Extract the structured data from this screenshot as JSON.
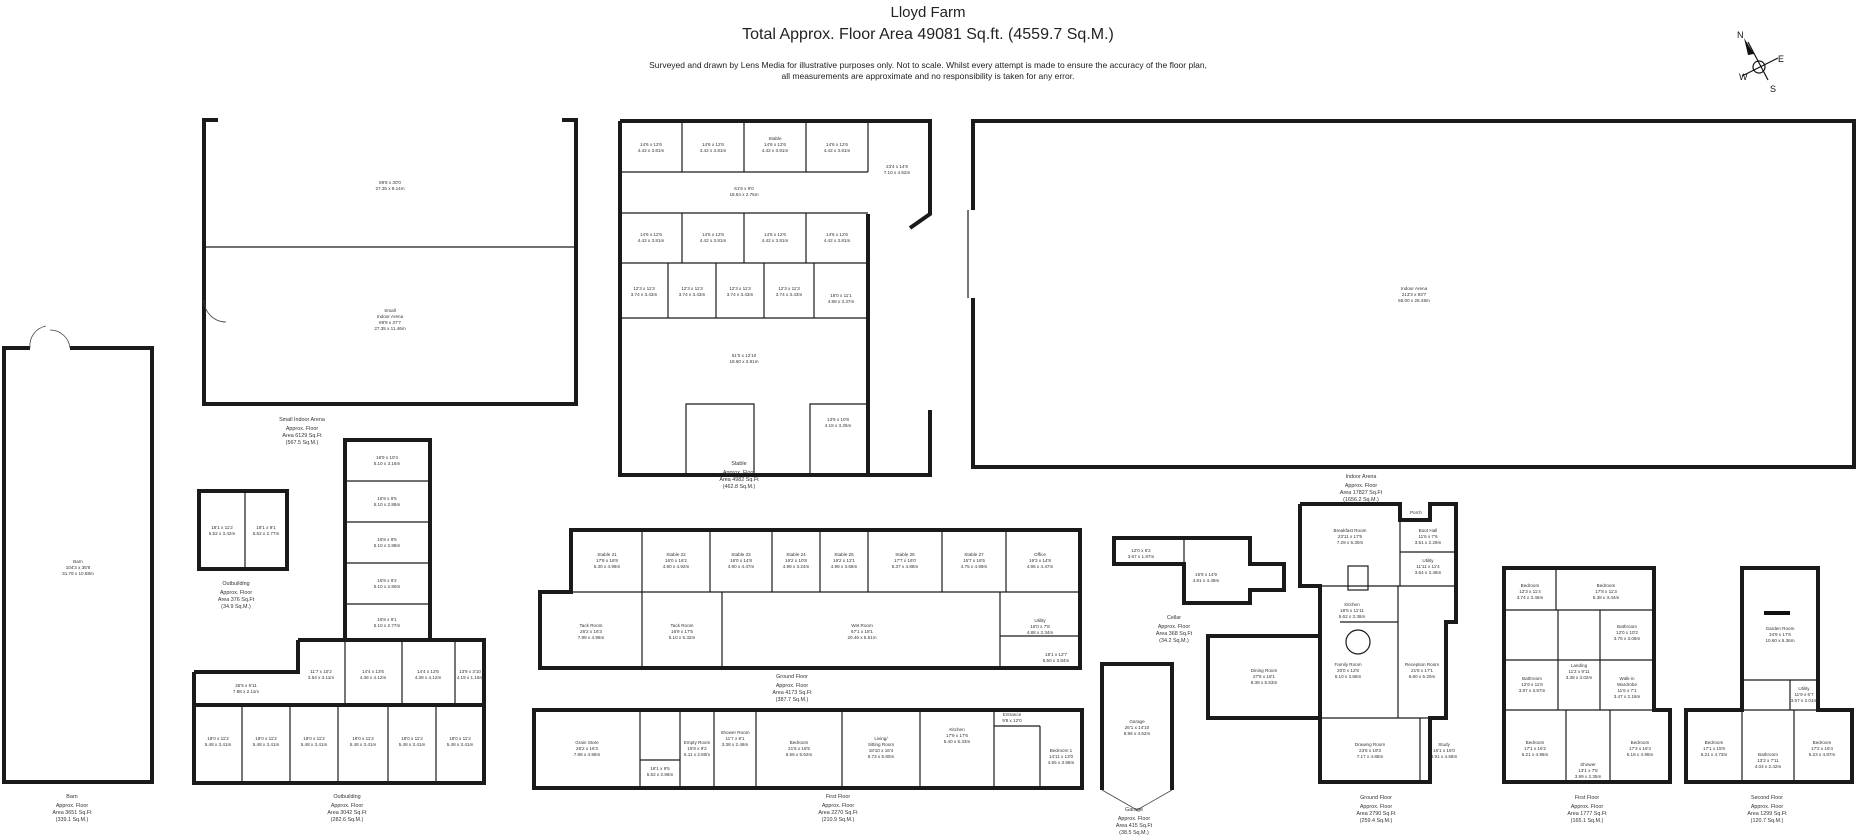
{
  "header": {
    "title": "Lloyd Farm",
    "total_area": "Total Approx. Floor Area 49081 Sq.ft. (4559.7 Sq.M.)",
    "disclaimer_line1": "Surveyed and drawn by Lens Media for illustrative purposes only. Not to scale. Whilst every attempt is made to ensure the accuracy of the floor plan,",
    "disclaimer_line2": "all measurements are approximate and no responsibility is taken for any error."
  },
  "compass": {
    "icon": "compass-icon",
    "n": "N",
    "e": "E",
    "s": "S",
    "w": "W"
  },
  "rooms": {
    "small_arena_top": "89'8 x 30'0",
    "small_arena_top_m": "27.35 x 9.14m",
    "small_arena_name": "Small",
    "small_arena_name2": "Indoor Arena",
    "small_arena_dims": "89'9 x 37'7",
    "small_arena_dims_m": "27.35 x 11.46m",
    "stable_box": "14'6 x 12'6",
    "stable_box_m": "4.42 x 3.81m",
    "stable_label": "Stable",
    "stable_corridor": "61'9 x 9'0",
    "stable_corridor_m": "18.84 x 2.75m",
    "stable_corner": "23'4 x 14'9",
    "stable_corner_m": "7.10 x 4.52m",
    "stable_small": "12'3 x 11'3",
    "stable_small_m": "3.74 x 3.43m",
    "stable_side": "16'0 x 11'1",
    "stable_side_m": "4.88 x 3.37m",
    "stable_big": "61'0 x 12'10",
    "stable_big_m": "18.60 x 3.91m",
    "stable_store": "13'9 x 10'8",
    "stable_store_m": "4.18 x 3.25m",
    "indoor_arena_name": "Indoor Arena",
    "indoor_arena_dims": "213'3 x 93'7",
    "indoor_arena_dims_m": "65.00 x 28.48m",
    "barn_name": "Barn",
    "barn_dims": "104'3 x 35'8",
    "barn_dims_m": "31.78 x 10.88m",
    "outbuild_a": "18'1 x 11'2",
    "outbuild_a_m": "5.52 x 3.42m",
    "outbuild_b": "18'1 x 9'1",
    "outbuild_b_m": "5.52 x 2.77m",
    "lbox_1": "16'9 x 10'4",
    "lbox_1_m": "5.10 x 3.16m",
    "lbox_2": "16'9 x 9'5",
    "lbox_2_m": "5.10 x 2.88m",
    "lbox_3": "16'9 x 9'2",
    "lbox_3_m": "5.10 x 2.80m",
    "lbox_4": "16'9 x 9'1",
    "lbox_4_m": "5.10 x 2.77m",
    "mid_1": "11'7 x 10'2",
    "mid_1_m": "3.54 x 3.11m",
    "mid_2": "14'4 x 13'6",
    "mid_2_m": "4.38 x 4.12m",
    "mid_3": "14'4 x 13'6",
    "mid_3_m": "4.38 x 4.12m",
    "mid_4": "13'9 x 3'10",
    "mid_4_m": "4.19 x 1.16m",
    "corr": "25'5 x 6'11",
    "corr_m": "7.88 x 2.11m",
    "bot_box": "18'0 x 11'2",
    "bot_box_m": "5.48 x 3.41m",
    "g_stable21": "Stable 21",
    "g_stable21_d": "17'8 x 16'8",
    "g_stable21_m": "5.30 x 4.98m",
    "g_stable22": "Stable 22",
    "g_stable22_d": "16'0 x 16'2",
    "g_stable22_m": "4.90 x 4.92m",
    "g_stable23": "Stable 23",
    "g_stable23_d": "16'0 x 14'8",
    "g_stable23_m": "4.90 x 4.47m",
    "g_stable24": "Stable 24",
    "g_stable24_d": "16'2 x 10'8",
    "g_stable24_m": "4.98 x 3.24m",
    "g_stable25": "Stable 25",
    "g_stable25_d": "16'2 x 12'1",
    "g_stable25_m": "4.98 x 3.68m",
    "g_stable26": "Stable 26",
    "g_stable26_d": "17'7 x 16'0",
    "g_stable26_m": "5.37 x 4.88m",
    "g_stable27": "Stable 27",
    "g_stable27_d": "15'7 x 16'5",
    "g_stable27_m": "4.75 x 4.99m",
    "g_office": "Office",
    "g_office_d": "16'3 x 14'8",
    "g_office_m": "4.96 x 4.47m",
    "tack1": "Tack Room",
    "tack1_d": "26'2 x 16'3",
    "tack1_m": "7.98 x 4.96m",
    "tack2": "Tack Room",
    "tack2_d": "16'9 x 17'5",
    "tack2_m": "5.10 x 5.32m",
    "wet_room": "Wet Room",
    "wet_room_d": "67'1 x 18'1",
    "wet_room_m": "20.46 x 5.51m",
    "utility": "Utility",
    "utility_d": "16'0 x 7'8",
    "utility_m": "4.88 x 2.34m",
    "wc_d": "18'1 x 12'7",
    "wc_m": "5.50 x 3.84m",
    "grain_store": "Grain Store",
    "grain_store_d": "26'2 x 16'3",
    "grain_store_m": "7.98 x 4.96m",
    "ff_room": "18'1 x 9'5",
    "ff_room_m": "5.52 x 2.86m",
    "empty_room": "Empty Room",
    "empty_room_d": "16'9 x 9'2",
    "empty_room_m": "5.11 x 2.80m",
    "shower_room": "Shower Room",
    "shower_room_d": "11'7 x 8'1",
    "shower_room_m": "3.38 x 2.46m",
    "ff_bedroom": "Bedroom",
    "ff_bedroom_d": "21'6 x 18'5",
    "ff_bedroom_m": "6.56 x 5.62m",
    "living": "Living/",
    "living2": "Sitting Room",
    "living_d": "18'10 x 16'4",
    "living_m": "5.73 x 5.80m",
    "ff_kitchen": "Kitchen",
    "ff_kitchen_d": "17'9 x 17'6",
    "ff_kitchen_m": "5.40 x 5.33m",
    "ff_entrance": "Entrance",
    "ff_entrance_d": "9'8 x 12'0",
    "ff_entrance_m": "2.95 x 3.65m",
    "ff_bedroom1": "Bedroom 1",
    "ff_bedroom1_d": "14'11 x 13'0",
    "ff_bedroom1_m": "4.55 x 3.96m",
    "cellar_a": "12'0 x 6'2",
    "cellar_a_m": "3.67 x 1.87m",
    "cellar_b": "15'9 x 14'9",
    "cellar_b_m": "4.81 x 4.49m",
    "garage_name": "Garage",
    "garage_d": "26'1 x 14'10",
    "garage_m": "8.96 x 4.52m",
    "breakfast": "Breakfast Room",
    "breakfast_d": "23'11 x 17'5",
    "breakfast_m": "7.29 x 5.30m",
    "boot_hall": "Boot Hall",
    "boot_hall_d": "11'6 x 7'6",
    "boot_hall_m": "3.51 x 2.29m",
    "porch": "Porch",
    "kitchen": "Kitchen",
    "kitchen_d": "18'5 x 11'11",
    "kitchen_m": "5.62 x 3.38m",
    "h_utility": "Utility",
    "h_utility_d": "11'11 x 11'4",
    "h_utility_m": "3.64 x 3.46m",
    "dining": "Dining Room",
    "dining_d": "27'6 x 18'1",
    "dining_m": "8.38 x 5.53m",
    "family": "Family Room",
    "family_d": "20'0 x 12'8",
    "family_m": "6.10 x 3.86m",
    "reception": "Reception Room",
    "reception_d": "21'8 x 17'1",
    "reception_m": "6.60 x 5.20m",
    "drawing": "Drawing Room",
    "drawing_d": "23'6 x 19'3",
    "drawing_m": "7.17 x 4.88m",
    "study": "Study",
    "study_d": "16'1 x 15'0",
    "study_m": "4.91 x 4.58m",
    "h1_bed_a": "Bedroom",
    "h1_bed_a_d": "12'3 x 11'4",
    "h1_bed_a_m": "3.74 x 3.46m",
    "h1_bed_b": "Bedroom",
    "h1_bed_b_d": "17'8 x 11'3",
    "h1_bed_b_m": "5.38 x 3.44m",
    "h1_bath_a": "Bathroom",
    "h1_bath_a_d": "12'0 x 10'2",
    "h1_bath_a_m": "3.76 x 3.08m",
    "h1_bath_b": "Bathroom",
    "h1_bath_b_d": "12'6 x 11'8",
    "h1_bath_b_m": "3.87 x 3.57m",
    "landing": "Landing",
    "landing_d": "11'2 x 9'11",
    "landing_m": "3.38 x 3.02m",
    "walkin": "Walk-in",
    "walkin2": "Wardrobe",
    "walkin_d": "11'6 x 7'1",
    "walkin_m": "3.47 x 2.16m",
    "h1_bed_c": "Bedroom",
    "h1_bed_c_d": "17'1 x 16'2",
    "h1_bed_c_m": "5.21 x 4.96m",
    "h1_shower": "Shower",
    "h1_shower_d": "13'1 x 7'8",
    "h1_shower_m": "3.99 x 2.35m",
    "h1_bed_d": "Bedroom",
    "h1_bed_d_d": "17'3 x 16'4",
    "h1_bed_d_m": "5.18 x 4.98m",
    "garden_room": "Garden Room",
    "garden_room_d": "34'9 x 17'6",
    "garden_room_m": "10.60 x 5.36m",
    "h2_utility": "Utility",
    "h2_utility_d": "11'9 x 6'7",
    "h2_utility_m": "3.57 x 2.01m",
    "h2_bed_a": "Bedroom",
    "h2_bed_a_d": "17'1 x 15'6",
    "h2_bed_a_m": "5.21 x 4.73m",
    "h2_bath": "Bathroom",
    "h2_bath_d": "13'2 x 7'11",
    "h2_bath_m": "4.04 x 2.42m",
    "h2_bed_b": "Bedroom",
    "h2_bed_b_d": "17'2 x 16'4",
    "h2_bed_b_m": "5.23 x 4.97m"
  },
  "captions": {
    "small_arena": [
      "Small Indoor Arena",
      "Approx. Floor",
      "Area 6129 Sq.Ft",
      "(567.5 Sq.M.)"
    ],
    "outbuilding_small": [
      "Outbuilding",
      "Approx. Floor",
      "Area 376 Sq.Ft",
      "(34.9 Sq.M.)"
    ],
    "stable": [
      "Stable",
      "Approx. Floor",
      "Area 4982 Sq.Ft",
      "(462.8 Sq.M.)"
    ],
    "indoor_arena": [
      "Indoor Arena",
      "Approx. Floor",
      "Area 17827 Sq.Ft",
      "(1656.2 Sq.M.)"
    ],
    "ground_floor_yard": [
      "Ground Floor",
      "Approx. Floor",
      "Area 4173 Sq.Ft",
      "(387.7 Sq.M.)"
    ],
    "first_floor_yard": [
      "First Floor",
      "Approx. Floor",
      "Area 2270 Sq.Ft",
      "(210.9 Sq.M.)"
    ],
    "cellar": [
      "Cellar",
      "Approx. Floor",
      "Area 368 Sq.Ft",
      "(34.2 Sq.M.)"
    ],
    "garage": [
      "Garage",
      "Approx. Floor",
      "Area 415 Sq.Ft",
      "(38.5 Sq.M.)"
    ],
    "barn": [
      "Barn",
      "Approx. Floor",
      "Area 3651 Sq.Ft",
      "(339.1 Sq.M.)"
    ],
    "outbuilding_large": [
      "Outbuilding",
      "Approx. Floor",
      "Area 3042 Sq.Ft",
      "(282.6 Sq.M.)"
    ],
    "ground_floor_house": [
      "Ground Floor",
      "Approx. Floor",
      "Area 2790 Sq.Ft",
      "(259.4 Sq.M.)"
    ],
    "first_floor_house": [
      "First Floor",
      "Approx. Floor",
      "Area 1777 Sq.Ft",
      "(165.1 Sq.M.)"
    ],
    "second_floor_house": [
      "Second Floor",
      "Approx. Floor",
      "Area 1299 Sq.Ft",
      "(120.7 Sq.M.)"
    ]
  }
}
